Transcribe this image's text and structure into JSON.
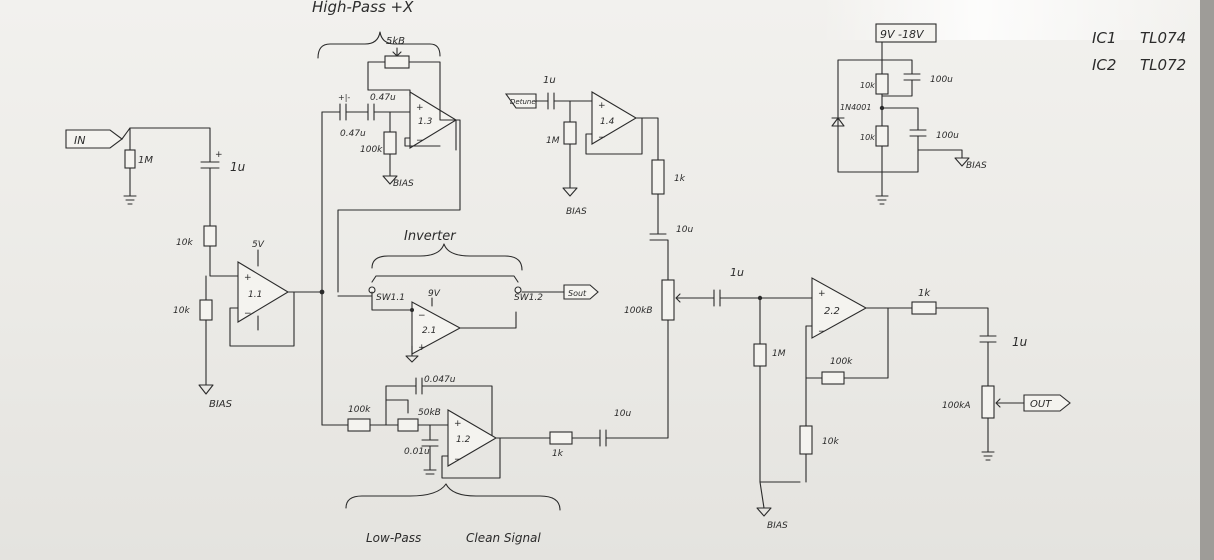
{
  "header": {
    "highpass_title": "High-Pass +X",
    "ic_list": [
      {
        "ref": "IC1",
        "part": "TL074"
      },
      {
        "ref": "IC2",
        "part": "TL072"
      }
    ]
  },
  "labels": {
    "in_port": "IN",
    "out_port": "OUT",
    "detune_port": "Detune",
    "sout_port": "Sout",
    "supply": "9V -18V",
    "inverter": "Inverter",
    "lowpass": "Low-Pass",
    "clean_signal": "Clean Signal",
    "bias": "BIAS"
  },
  "opamps": {
    "u1": "1.1",
    "u2": "1.3",
    "u3": "1.4",
    "u4": "2.1",
    "u5": "1.2",
    "u6": "2.2"
  },
  "switch": {
    "pin1": "SW1.1",
    "pin2": "SW1.2"
  },
  "values": {
    "r_in": "1M",
    "c_in": "1u",
    "r_buf": "10k",
    "r_bias": "10k",
    "vplus": "5V",
    "pot_hp": "5kB",
    "c_hp1": "0.47u",
    "c_hp2": "0.47u",
    "r_hp": "100k",
    "c_det": "1u",
    "r_det": "1M",
    "r_det_out": "1k",
    "c_det_out": "10u",
    "pot_mix": "100kB",
    "vplus_inv": "9V",
    "c_lp_top": "0.047u",
    "r_lp": "100k",
    "pot_lp": "50kB",
    "c_lp": "0.01u",
    "r_lp_out": "1k",
    "c_lp_out": "10u",
    "c_mix": "1u",
    "r_mix_bias": "1M",
    "r_fb": "100k",
    "r_gnd": "10k",
    "r_out": "1k",
    "c_out": "1u",
    "pot_vol": "100kA",
    "ps_r1": "10k",
    "ps_r2": "10k",
    "ps_c1": "100u",
    "ps_c2": "100u",
    "ps_d": "1N4001"
  }
}
